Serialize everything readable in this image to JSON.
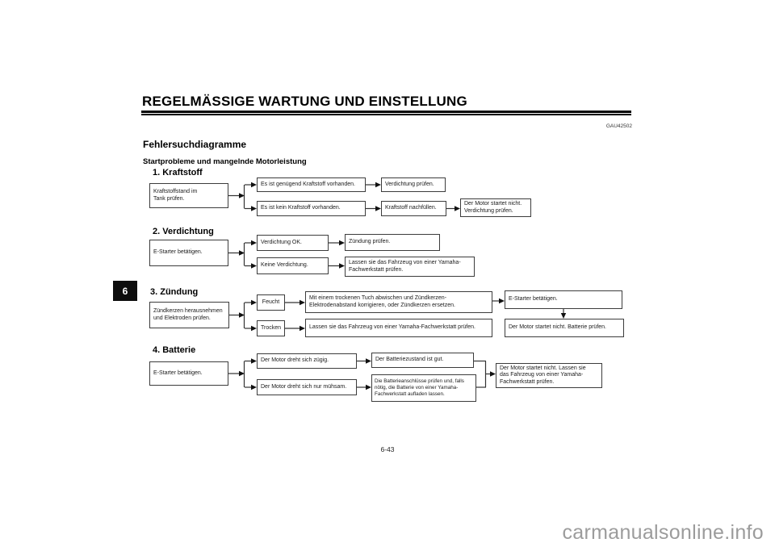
{
  "header": {
    "chapter_title": "REGELMÄSSIGE WARTUNG UND EINSTELLUNG",
    "doc_code": "GAU42502",
    "page_heading": "Fehlersuchdiagramme",
    "diagram_heading": "Startprobleme und mangelnde Motorleistung"
  },
  "chapter_tab": {
    "number": "6"
  },
  "footer": {
    "page_number": "6-43",
    "watermark": "carmanualsonline.info"
  },
  "colors": {
    "page_background": "#ffffff",
    "box_border": "#3c3c3c",
    "connector": "#333333",
    "tab_background": "#0d0d0d",
    "watermark_gray": "#9c9c9c"
  },
  "flowchart": {
    "sections": [
      {
        "title": "1. Kraftstoff",
        "boxes": {
          "start": "Kraftstoffstand im\nTank prüfen.",
          "ok": "Es ist genügend Kraftstoff vorhanden.",
          "ok_next": "Verdichtung prüfen.",
          "fail": "Es ist kein Kraftstoff vorhanden.",
          "fail_next": "Kraftstoff nachfüllen.",
          "fail_final": "Der Motor startet nicht.\nVerdichtung prüfen."
        }
      },
      {
        "title": "2. Verdichtung",
        "boxes": {
          "start": "E-Starter betätigen.",
          "ok": "Verdichtung OK.",
          "ok_next": "Zündung prüfen.",
          "fail": "Keine Verdichtung.",
          "fail_next": "Lassen sie das Fahrzeug von einer Yamaha-\nFachwerkstatt prüfen."
        }
      },
      {
        "title": "3. Zündung",
        "boxes": {
          "start": "Zündkerzen herausnehmen\nund Elektroden prüfen.",
          "wet": "Feucht",
          "wet_next": "Mit einem trockenen Tuch abwischen und Zündkerzen-\nElektrodenabstand korrigieren, oder Zündkerzen ersetzen.",
          "wet_next2": "E-Starter betätigen.",
          "wet_final": "Der Motor startet nicht. Batterie prüfen.",
          "dry": "Trocken",
          "dry_next": "Lassen sie das Fahrzeug von einer Yamaha-Fachwerkstatt prüfen."
        }
      },
      {
        "title": "4. Batterie",
        "boxes": {
          "start": "E-Starter betätigen.",
          "fast": "Der Motor dreht sich zügig.",
          "fast_next": "Der Batteriezustand ist gut.",
          "slow": "Der Motor dreht sich nur mühsam.",
          "slow_next": "Die Batterieanschlüsse prüfen und, falls\nnötig, die Batterie von einer Yamaha-\nFachwerkstatt aufladen lassen.",
          "final": "Der Motor startet nicht. Lassen sie\ndas Fahrzeug von einer Yamaha-\nFachwerkstatt prüfen."
        }
      }
    ]
  }
}
